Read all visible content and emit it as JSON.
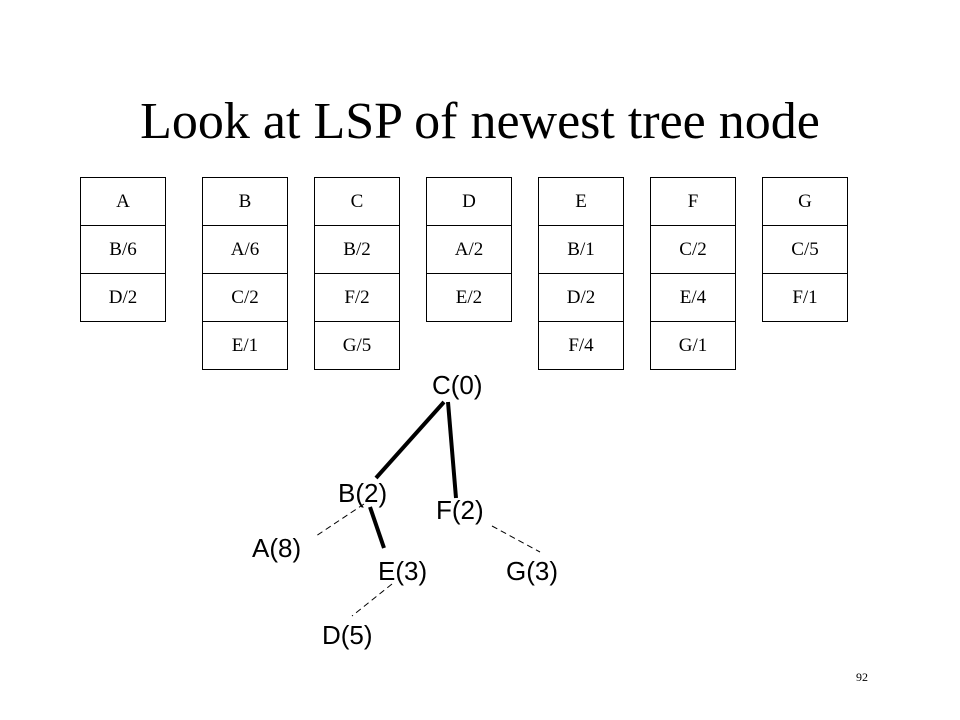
{
  "slide": {
    "title": "Look at LSP of newest tree node",
    "page_number": "92"
  },
  "lsp_packets": [
    {
      "router": "A",
      "entries": [
        "B/6",
        "D/2"
      ]
    },
    {
      "router": "B",
      "entries": [
        "A/6",
        "C/2",
        "E/1"
      ]
    },
    {
      "router": "C",
      "entries": [
        "B/2",
        "F/2",
        "G/5"
      ]
    },
    {
      "router": "D",
      "entries": [
        "A/2",
        "E/2"
      ]
    },
    {
      "router": "E",
      "entries": [
        "B/1",
        "D/2",
        "F/4"
      ]
    },
    {
      "router": "F",
      "entries": [
        "C/2",
        "E/4",
        "G/1"
      ]
    },
    {
      "router": "G",
      "entries": [
        "C/5",
        "F/1"
      ]
    }
  ],
  "tree": {
    "nodes": [
      {
        "id": "C",
        "label": "C(0)"
      },
      {
        "id": "B",
        "label": "B(2)"
      },
      {
        "id": "F",
        "label": "F(2)"
      },
      {
        "id": "A",
        "label": "A(8)"
      },
      {
        "id": "E",
        "label": "E(3)"
      },
      {
        "id": "G",
        "label": "G(3)"
      },
      {
        "id": "D",
        "label": "D(5)"
      }
    ],
    "edges": [
      {
        "from": "C",
        "to": "B",
        "style": "solid"
      },
      {
        "from": "C",
        "to": "F",
        "style": "solid"
      },
      {
        "from": "B",
        "to": "E",
        "style": "solid"
      },
      {
        "from": "B",
        "to": "A",
        "style": "dashed"
      },
      {
        "from": "F",
        "to": "G",
        "style": "dashed"
      },
      {
        "from": "E",
        "to": "D",
        "style": "dashed"
      }
    ]
  }
}
